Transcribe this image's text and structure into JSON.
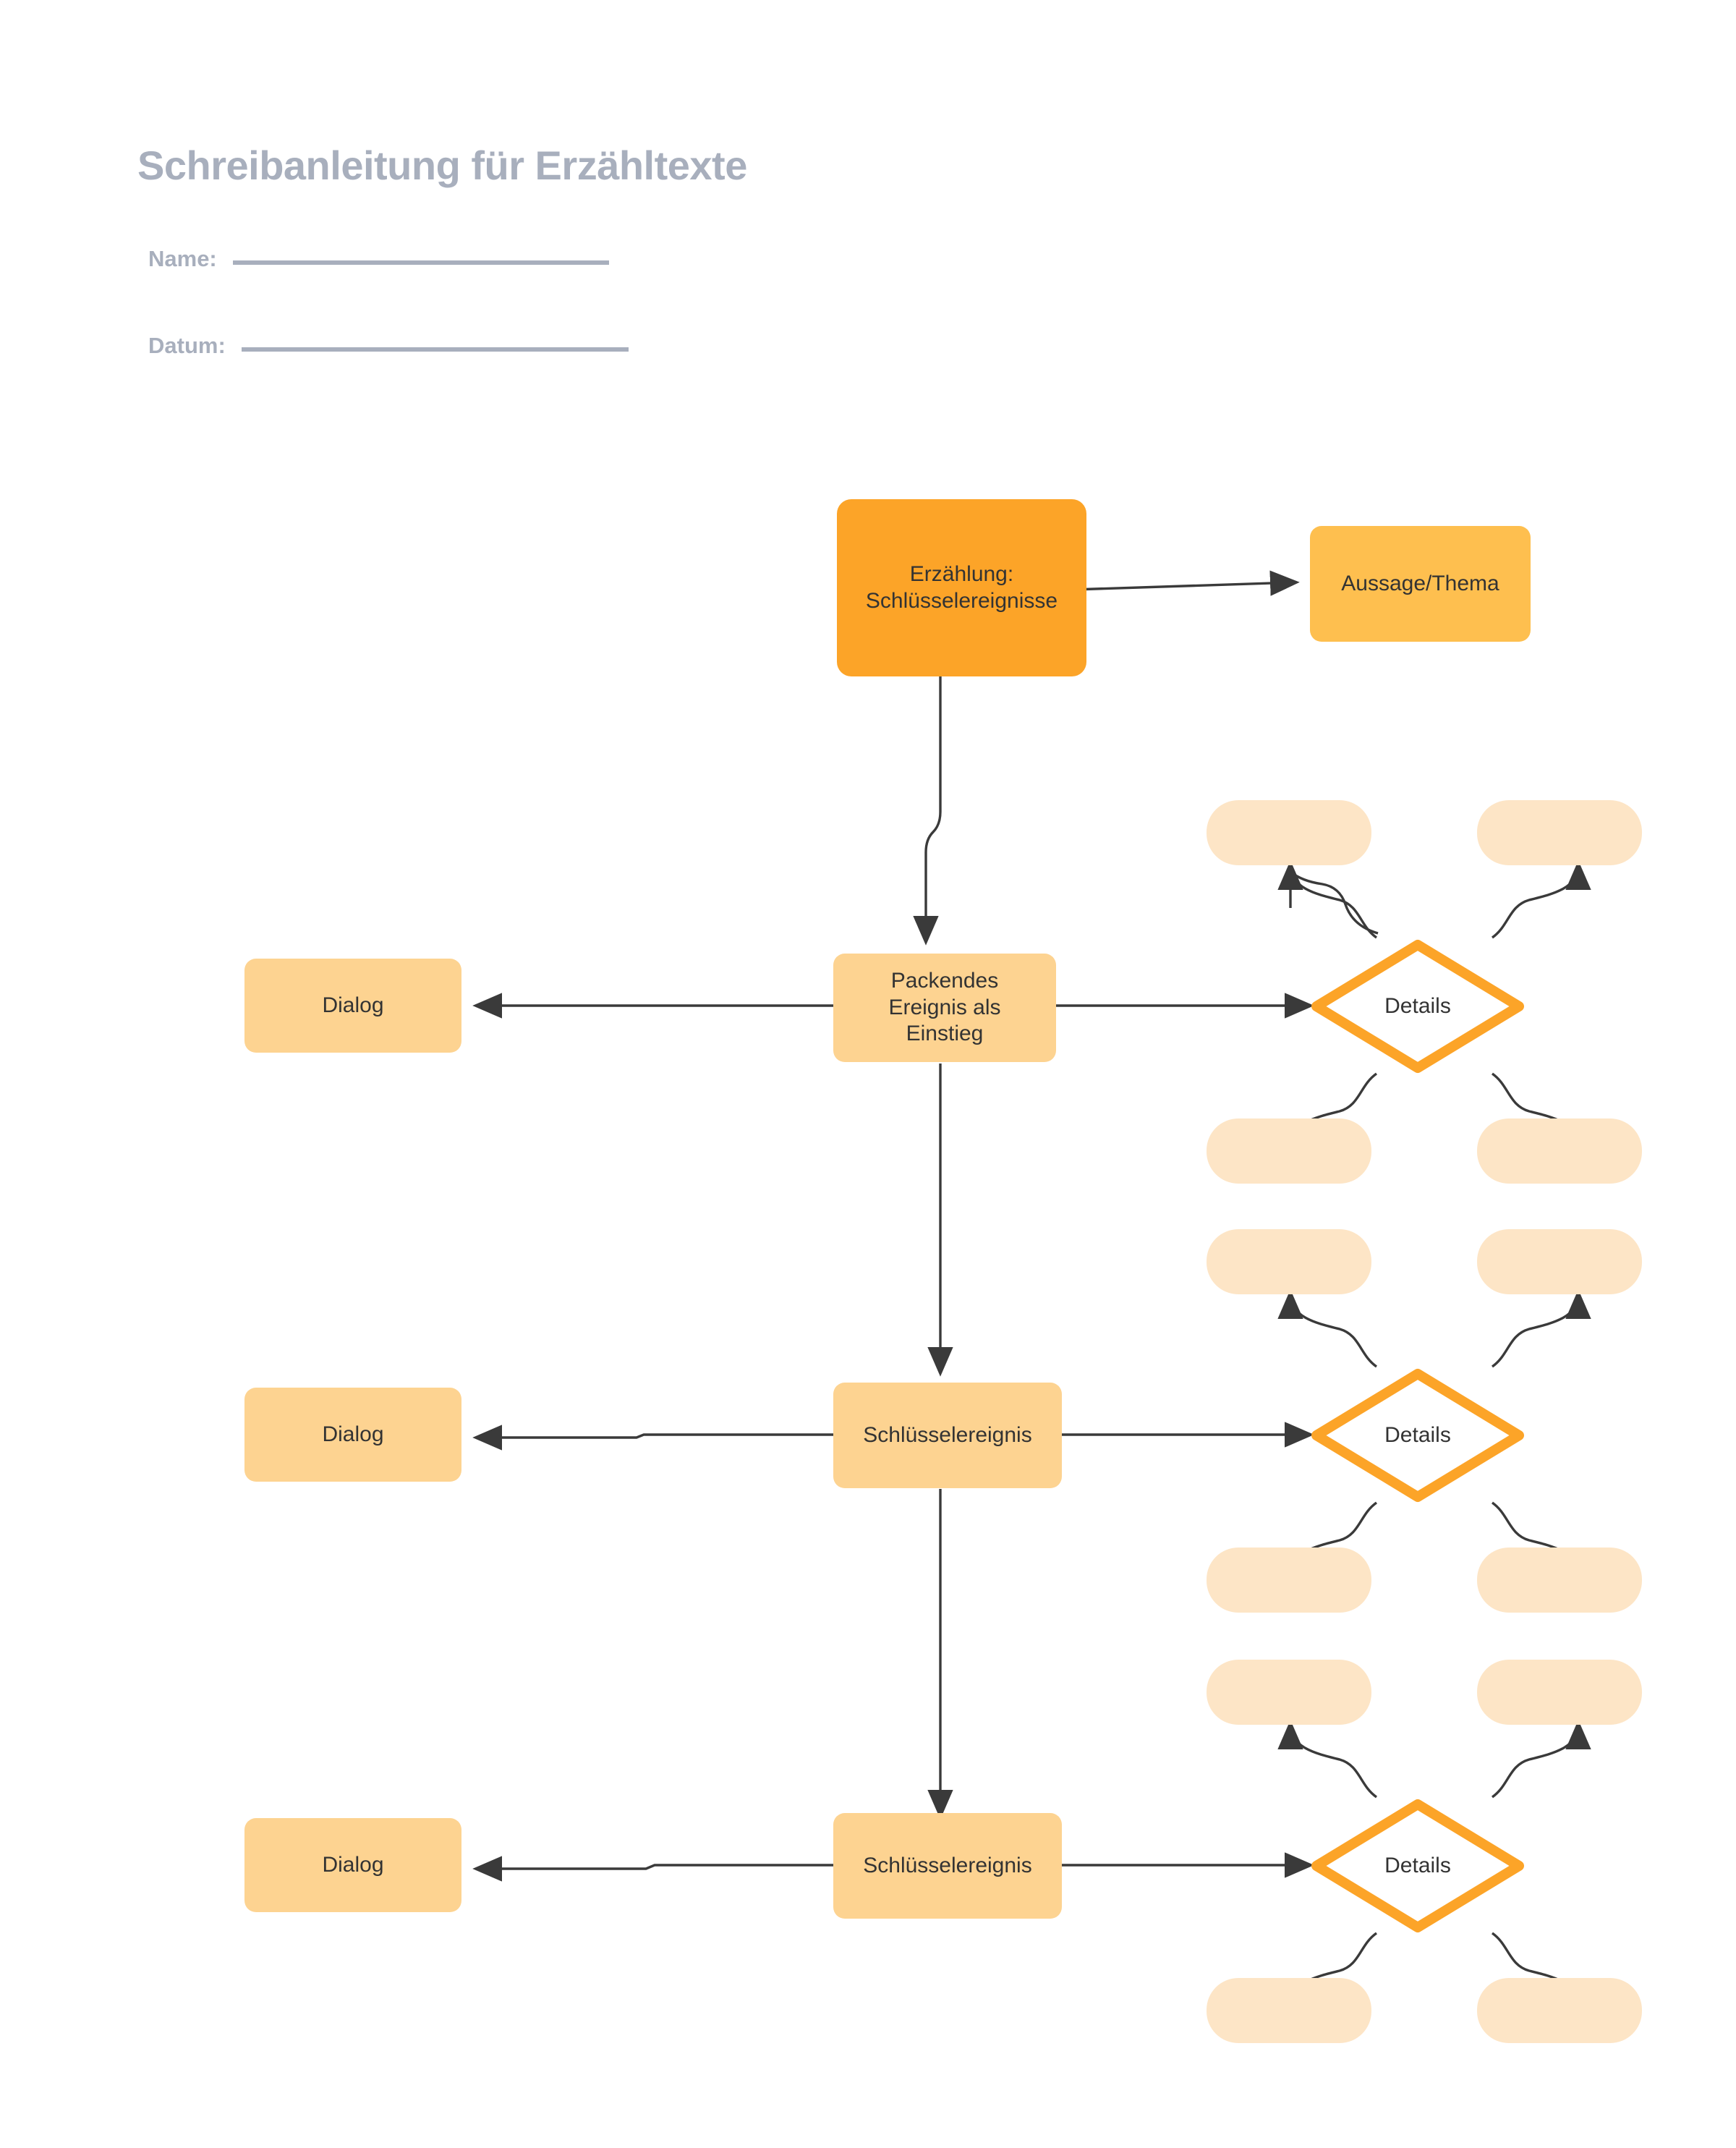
{
  "header": {
    "title": "Schreibanleitung für Erzähltexte",
    "name_label": "Name:",
    "date_label": "Datum:",
    "name_value": "",
    "date_value": ""
  },
  "theme": {
    "title_color": "#a8afbd",
    "node_strong": "#fca428",
    "node_mid": "#febf4f",
    "node_soft": "#fdd391",
    "node_empty": "#fde5c6",
    "diamond_stroke": "#fca428",
    "diamond_fill": "#ffffff",
    "edge_color": "#3a3a3a",
    "text_color": "#333333",
    "background": "#ffffff"
  },
  "diagram": {
    "root": {
      "label": "Erzählung:\nSchlüsselereignisse",
      "line1": "Erzählung:",
      "line2": "Schlüsselereignisse"
    },
    "theme_node": {
      "label": "Aussage/Thema"
    },
    "rows": [
      {
        "event": {
          "line1": "Packendes",
          "line2": "Ereignis als",
          "line3": "Einstieg"
        },
        "dialog": {
          "label": "Dialog"
        },
        "details": {
          "label": "Details"
        },
        "detail_slots": [
          "",
          "",
          "",
          ""
        ]
      },
      {
        "event": {
          "line1": "Schlüsselereignis",
          "line2": "",
          "line3": ""
        },
        "dialog": {
          "label": "Dialog"
        },
        "details": {
          "label": "Details"
        },
        "detail_slots": [
          "",
          "",
          "",
          ""
        ]
      },
      {
        "event": {
          "line1": "Schlüsselereignis",
          "line2": "",
          "line3": ""
        },
        "dialog": {
          "label": "Dialog"
        },
        "details": {
          "label": "Details"
        },
        "detail_slots": [
          "",
          "",
          "",
          ""
        ]
      }
    ]
  }
}
